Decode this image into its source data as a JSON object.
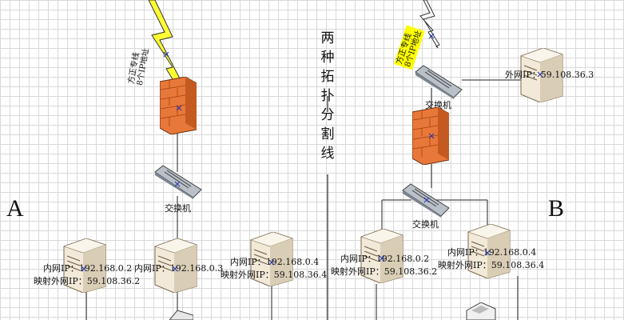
{
  "title_chars": [
    "两",
    "种",
    "拓",
    "扑",
    "分",
    "割",
    "线"
  ],
  "side_a": "A",
  "side_b": "B",
  "leased_line": [
    "方正专线",
    "8个IP地址"
  ],
  "switch_label": "交换机",
  "servers": {
    "a1": {
      "internal": "内网IP：192.168.0.2",
      "mapped": "映射外网IP：59.108.36.2"
    },
    "a2": {
      "internal": "内网IP：192.168.0.3"
    },
    "a3": {
      "internal": "内网IP：192.168.0.4",
      "mapped": "映射外网IP：59.108.36.4"
    },
    "b1": {
      "internal": "内网IP：192.168.0.2",
      "mapped": "映射外网IP：59.108.36.2"
    },
    "b2": {
      "internal": "内网IP：192.168.0.4",
      "mapped": "映射外网IP：59.108.36.4"
    },
    "b3": {
      "external": "外网IP：59.108.36.3"
    }
  },
  "colors": {
    "grid": "#d9d9d9",
    "lightning": "#ffff33",
    "firewall": "#e8783a",
    "server": "#f2e9d8",
    "switch": "#9aa3ad",
    "highlight": "#ffff00"
  }
}
